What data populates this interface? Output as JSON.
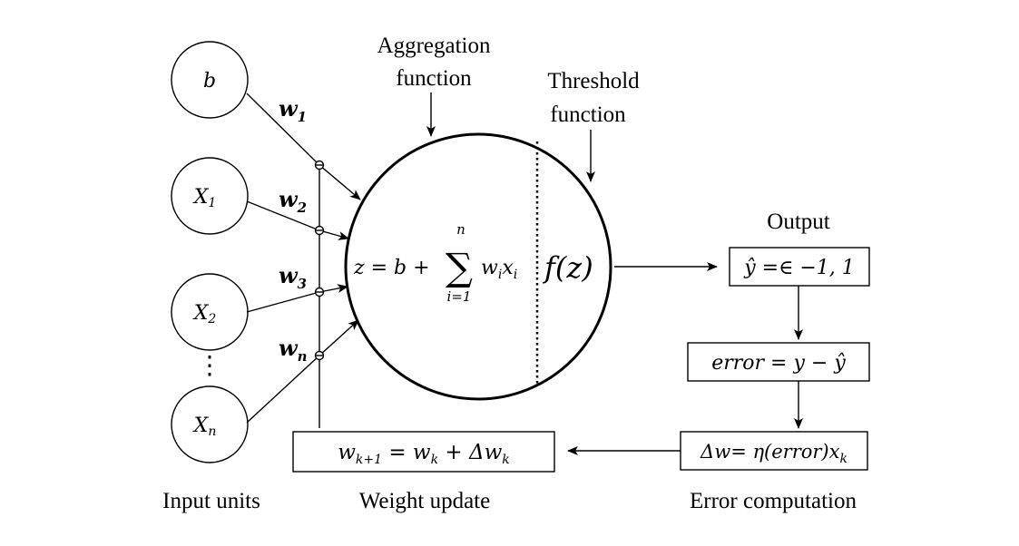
{
  "inputs": {
    "bias": "b",
    "x1_base": "X",
    "x1_sub": "1",
    "x2_base": "X",
    "x2_sub": "2",
    "xn_base": "X",
    "xn_sub": "n",
    "dots": "⋮"
  },
  "weights": {
    "w1_base": "w",
    "w1_sub": "1",
    "w2_base": "w",
    "w2_sub": "2",
    "w3_base": "w",
    "w3_sub": "3",
    "wn_base": "w",
    "wn_sub": "n"
  },
  "neuron": {
    "z_lhs": "z = b +",
    "sigma": "∑",
    "sum_upper": "n",
    "sum_lower": "i=1",
    "sum_term": "w",
    "sum_term_sub": "i",
    "sum_term_x": "x",
    "sum_term_x_sub": "i",
    "activation": "f(z)"
  },
  "annotations": {
    "aggregation_line1": "Aggregation",
    "aggregation_line2": "function",
    "threshold_line1": "Threshold",
    "threshold_line2": "function",
    "output_title": "Output"
  },
  "boxes": {
    "output_formula": "ŷ =∈ −1, 1",
    "error_formula": "error = y − ŷ",
    "delta_formula": "Δw= η(error)x",
    "delta_formula_sub": "k",
    "update_formula": "w",
    "update_sub1": "k+1",
    "update_mid": " = w",
    "update_sub2": "k",
    "update_tail": " + Δw",
    "update_sub3": "k"
  },
  "captions": {
    "input_units": "Input units",
    "weight_update": "Weight update",
    "error_computation": "Error computation"
  }
}
